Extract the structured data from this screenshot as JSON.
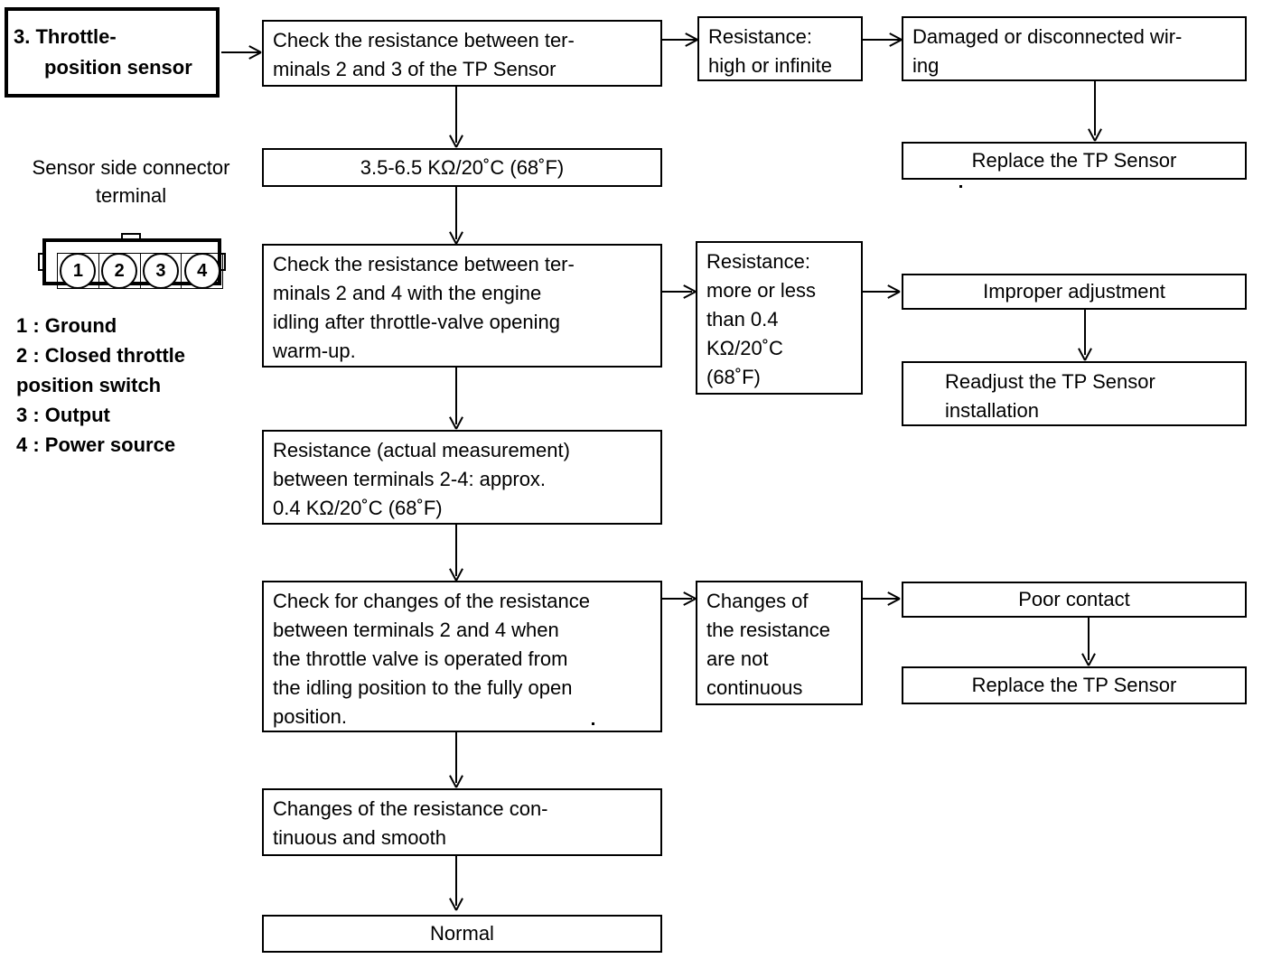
{
  "title_box": {
    "line1": "3. Throttle-",
    "line2": "position sensor"
  },
  "legend": {
    "heading": "Sensor side connector\nterminal",
    "connector_terminals": [
      "1",
      "2",
      "3",
      "4"
    ],
    "items": "1 : Ground\n2 : Closed throttle\nposition switch\n3 : Output\n4 : Power source"
  },
  "flow": {
    "check_2_3": "Check the resistance between ter-\nminals 2 and 3 of the TP Sensor",
    "spec_2_3": "3.5-6.5 KΩ/20˚C (68˚F)",
    "res_high": "Resistance:\nhigh or infinite",
    "damaged_wiring": "Damaged or disconnected wir-\ning",
    "replace_sensor_1": "Replace the TP Sensor",
    "check_2_4": "Check the resistance between ter-\nminals 2 and 4 with the engine\nidling after throttle-valve opening\nwarm-up.",
    "res_more_less": "Resistance:\nmore or less\nthan 0.4\nKΩ/20˚C\n(68˚F)",
    "improper_adjustment": "Improper adjustment",
    "readjust_sensor": "Readjust the TP Sensor\ninstallation",
    "actual_measurement": "Resistance (actual measurement)\nbetween terminals 2-4: approx.\n0.4 KΩ/20˚C (68˚F)",
    "check_changes": "Check for changes of the resistance\nbetween terminals 2 and 4 when\nthe throttle valve is operated from\nthe idling position to the fully open\nposition.",
    "changes_not_continuous": "Changes of\nthe resistance\nare not\ncontinuous",
    "poor_contact": "Poor contact",
    "replace_sensor_2": "Replace the TP Sensor",
    "changes_continuous": "Changes of the resistance con-\ntinuous and smooth",
    "normal": "Normal"
  },
  "colors": {
    "ink": "#000000",
    "paper": "#ffffff"
  }
}
